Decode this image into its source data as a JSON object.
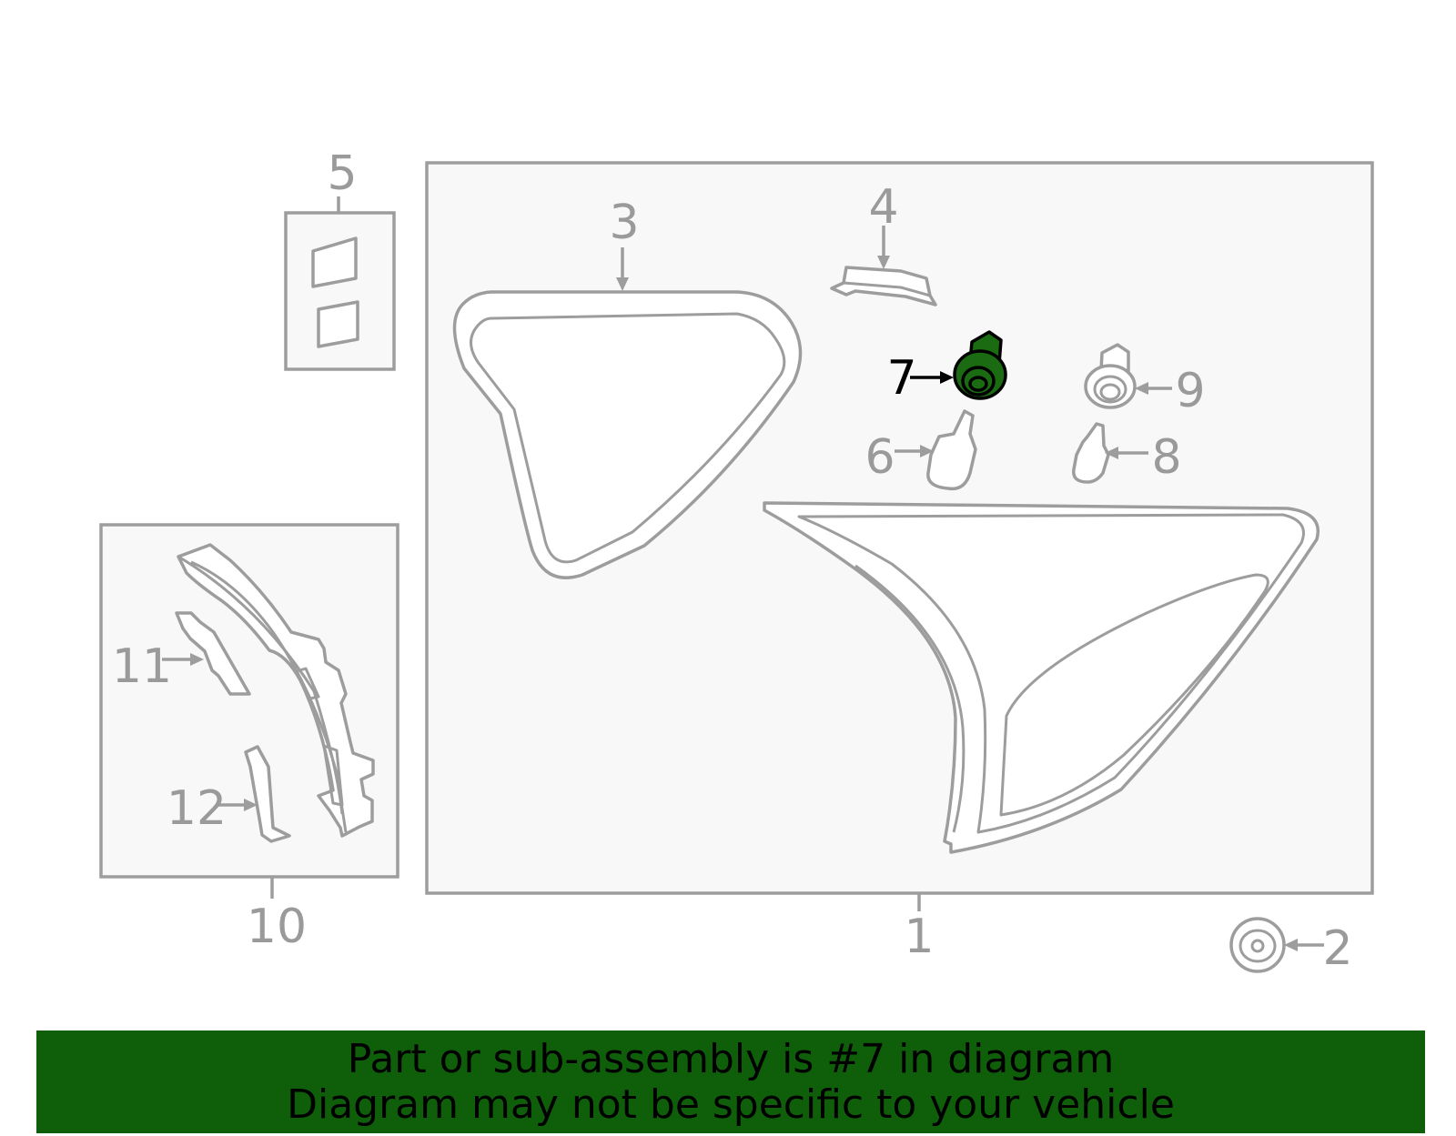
{
  "banner": {
    "line1": "Part or sub-assembly is #7 in diagram",
    "line2": "Diagram may not be specific to your vehicle",
    "background": "#0f5f0a"
  },
  "callouts": {
    "c1": "1",
    "c2": "2",
    "c3": "3",
    "c4": "4",
    "c5": "5",
    "c6": "6",
    "c7": "7",
    "c8": "8",
    "c9": "9",
    "c10": "10",
    "c11": "11",
    "c12": "12"
  },
  "highlight": {
    "part_number": "7",
    "color": "#1b6b12"
  },
  "colors": {
    "line": "#9d9d9d",
    "box_fill": "#f8f8f8"
  }
}
